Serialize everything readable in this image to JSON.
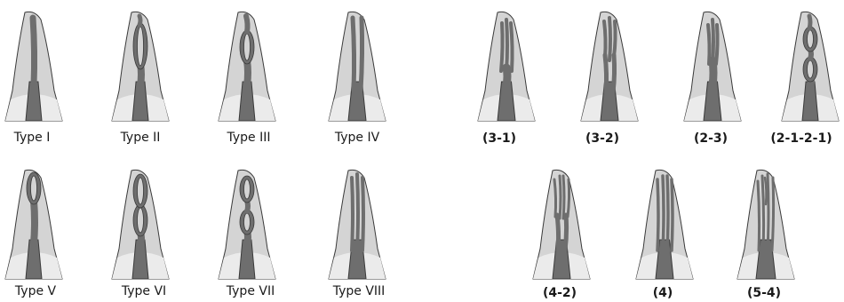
{
  "colors": {
    "enamel": "#d4d4d4",
    "crown_shadow": "#ebebeb",
    "canal": "#6e6e6e",
    "outline": "#3a3a3a"
  },
  "vertucci_types": [
    {
      "label": "Type I",
      "canal": "single"
    },
    {
      "label": "Type II",
      "canal": "2-1"
    },
    {
      "label": "Type III",
      "canal": "1-2-1"
    },
    {
      "label": "Type IV",
      "canal": "2"
    },
    {
      "label": "Type V",
      "canal": "1-2"
    },
    {
      "label": "Type VI",
      "canal": "2-1-2"
    },
    {
      "label": "Type VII",
      "canal": "1-2-1-2"
    },
    {
      "label": "Type VIII",
      "canal": "3"
    }
  ],
  "additional_types": [
    {
      "label": "(3-1)",
      "canal": "3-1"
    },
    {
      "label": "(3-2)",
      "canal": "3-2"
    },
    {
      "label": "(2-3)",
      "canal": "2-3"
    },
    {
      "label": "(2-1-2-1)",
      "canal": "2-1-2-1"
    },
    {
      "label": "(4-2)",
      "canal": "4-2"
    },
    {
      "label": "(4)",
      "canal": "4"
    },
    {
      "label": "(5-4)",
      "canal": "5-4"
    }
  ]
}
